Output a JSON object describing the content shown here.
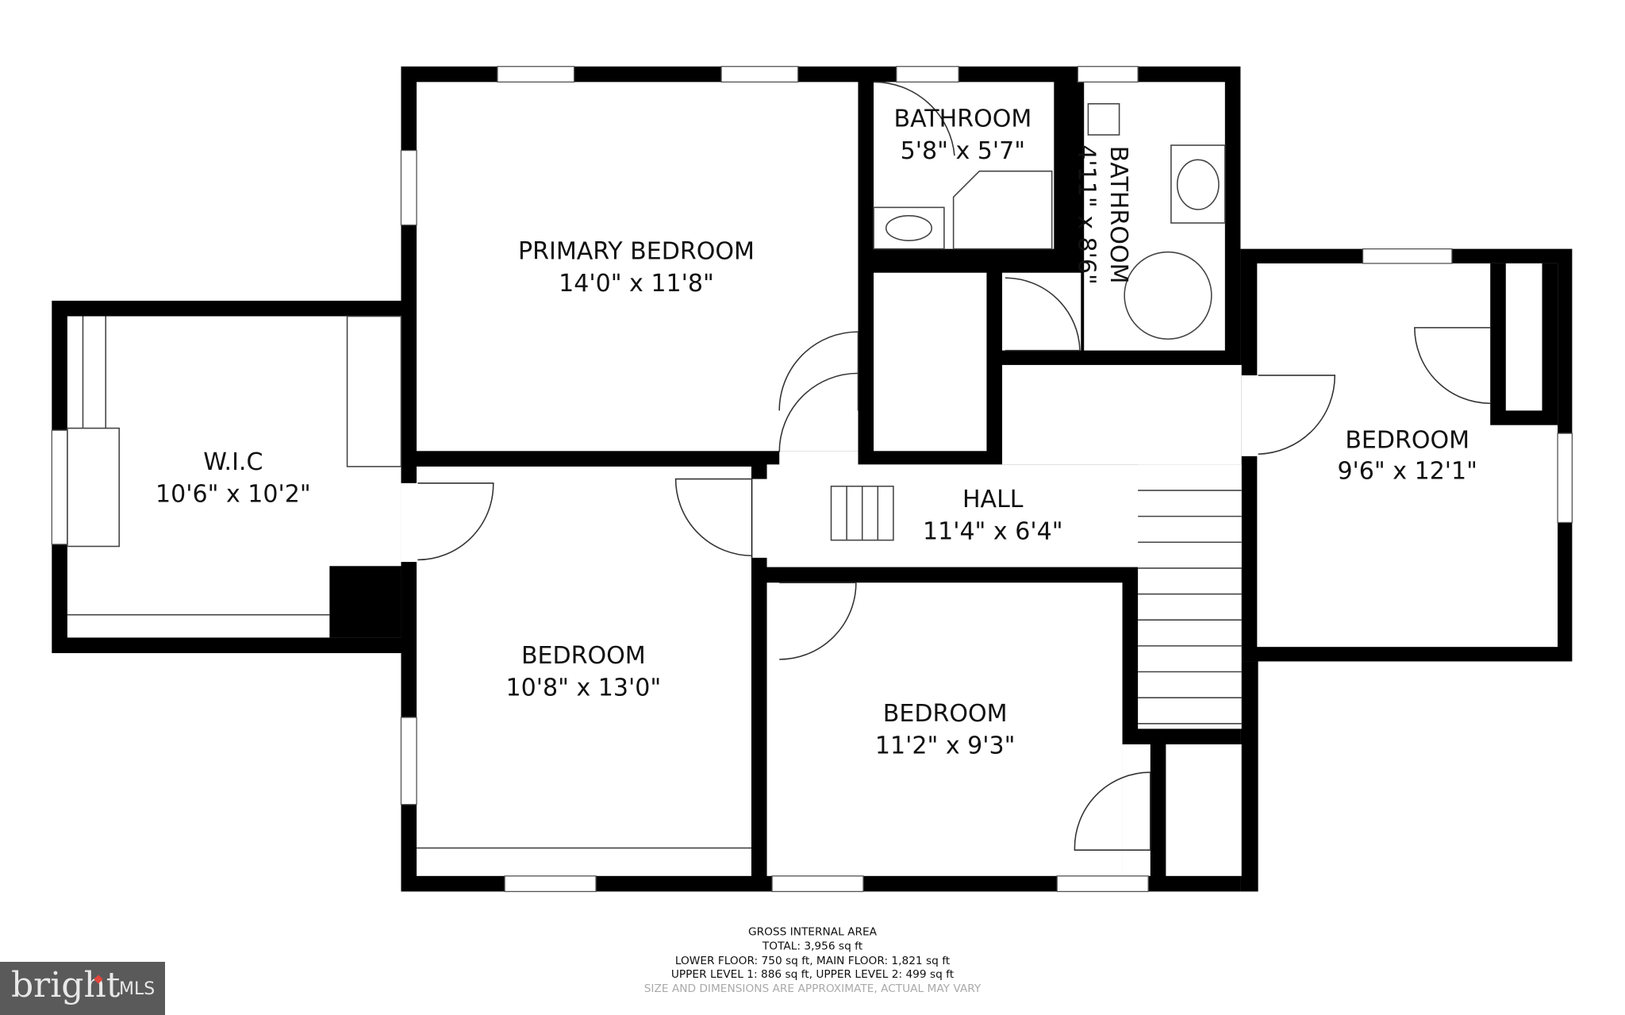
{
  "rooms": {
    "primary": {
      "name": "PRIMARY BEDROOM",
      "dims": "14'0\" x 11'8\""
    },
    "bath1": {
      "name": "BATHROOM",
      "dims": "5'8\" x 5'7\""
    },
    "bath2": {
      "name": "BATHROOM",
      "dims": "4'11\" x 8'6\""
    },
    "wic": {
      "name": "W.I.C",
      "dims": "10'6\" x 10'2\""
    },
    "hall": {
      "name": "HALL",
      "dims": "11'4\" x 6'4\""
    },
    "bed_right": {
      "name": "BEDROOM",
      "dims": "9'6\" x 12'1\""
    },
    "bed_left": {
      "name": "BEDROOM",
      "dims": "10'8\" x 13'0\""
    },
    "bed_mid": {
      "name": "BEDROOM",
      "dims": "11'2\" x 9'3\""
    }
  },
  "footer": {
    "title": "GROSS INTERNAL AREA",
    "total": "TOTAL: 3,956 sq ft",
    "line1": "LOWER FLOOR: 750 sq ft, MAIN FLOOR: 1,821 sq ft",
    "line2": "UPPER LEVEL 1: 886 sq ft, UPPER LEVEL 2: 499 sq ft",
    "disclaimer": "SIZE AND DIMENSIONS ARE APPROXIMATE, ACTUAL MAY VARY"
  },
  "logo": {
    "brand": "bright",
    "suffix": "MLS",
    "bg_color": "#5a5a5a",
    "accent_color": "#e2463c"
  }
}
